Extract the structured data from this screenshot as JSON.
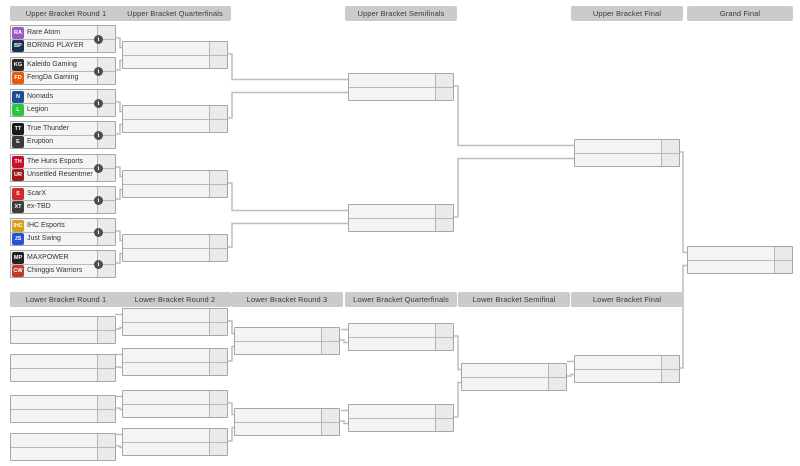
{
  "colors": {
    "connector": "#bdbdbd",
    "header_bg": "#cbcbcb",
    "header_text": "#3a3a3a",
    "match_bg": "#f4f4f4",
    "score_cell_bg": "#eaeaea",
    "match_border": "#a6a6a6",
    "info_icon_bg": "#4d4d4d"
  },
  "icons": {
    "info": "i"
  },
  "headers": {
    "upper_round1": "Upper Bracket Round 1",
    "upper_quarterfinals": "Upper Bracket Quarterfinals",
    "upper_semifinals": "Upper Bracket Semifinals",
    "upper_final": "Upper Bracket Final",
    "grand_final": "Grand Final",
    "lower_round1": "Lower Bracket Round 1",
    "lower_round2": "Lower Bracket Round 2",
    "lower_round3": "Lower Bracket Round 3",
    "lower_quarterfinals": "Lower Bracket Quarterfinals",
    "lower_semifinal": "Lower Bracket Semifinal",
    "lower_final": "Lower Bracket Final"
  },
  "upper_round1": [
    {
      "top": {
        "name": "Rare Atom",
        "initials": "RA",
        "logo_color": "#9b59c8",
        "score": ""
      },
      "bottom": {
        "name": "BORING PLAYER",
        "initials": "BP",
        "logo_color": "#16324f",
        "score": ""
      }
    },
    {
      "top": {
        "name": "Kaleido Gaming",
        "initials": "KG",
        "logo_color": "#2b2b2b",
        "score": ""
      },
      "bottom": {
        "name": "FengDa Gaming",
        "initials": "FD",
        "logo_color": "#e8590c",
        "score": ""
      }
    },
    {
      "top": {
        "name": "Nomads",
        "initials": "N",
        "logo_color": "#1d4f91",
        "score": ""
      },
      "bottom": {
        "name": "Legion",
        "initials": "L",
        "logo_color": "#27c93f",
        "score": ""
      }
    },
    {
      "top": {
        "name": "True Thunder",
        "initials": "TT",
        "logo_color": "#1a1a1a",
        "score": ""
      },
      "bottom": {
        "name": "Eruption",
        "initials": "E",
        "logo_color": "#3a3a3a",
        "score": ""
      }
    },
    {
      "top": {
        "name": "The Huns Esports",
        "initials": "TH",
        "logo_color": "#c8102e",
        "score": ""
      },
      "bottom": {
        "name": "Unsettled Resentment",
        "initials": "UR",
        "logo_color": "#9e1b1b",
        "score": ""
      }
    },
    {
      "top": {
        "name": "ScarX",
        "initials": "S",
        "logo_color": "#d62828",
        "score": ""
      },
      "bottom": {
        "name": "ex-TBD",
        "initials": "XT",
        "logo_color": "#3d3d3d",
        "score": ""
      }
    },
    {
      "top": {
        "name": "IHC Esports",
        "initials": "IHC",
        "logo_color": "#d4a017",
        "score": ""
      },
      "bottom": {
        "name": "Just Swing",
        "initials": "JS",
        "logo_color": "#2b50d8",
        "score": ""
      }
    },
    {
      "top": {
        "name": "MAXPOWER",
        "initials": "MP",
        "logo_color": "#222222",
        "score": ""
      },
      "bottom": {
        "name": "Chinggis Warriors",
        "initials": "CW",
        "logo_color": "#c0392b",
        "score": ""
      }
    }
  ]
}
